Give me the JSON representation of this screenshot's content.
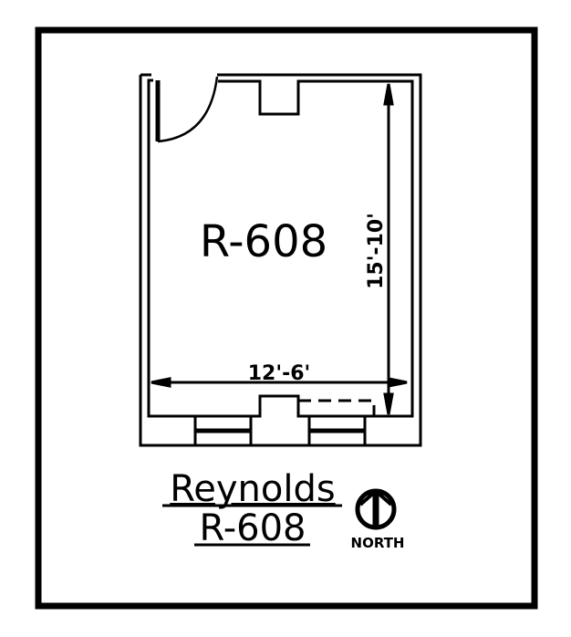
{
  "drawing": {
    "room_label": "R-608",
    "dimension_width": "12'-6'",
    "dimension_length": "15'-10'",
    "building_name": "Reynolds",
    "room_number": "R-608",
    "north_label": "NORTH"
  },
  "colors": {
    "line": "#000000",
    "background": "#ffffff"
  }
}
